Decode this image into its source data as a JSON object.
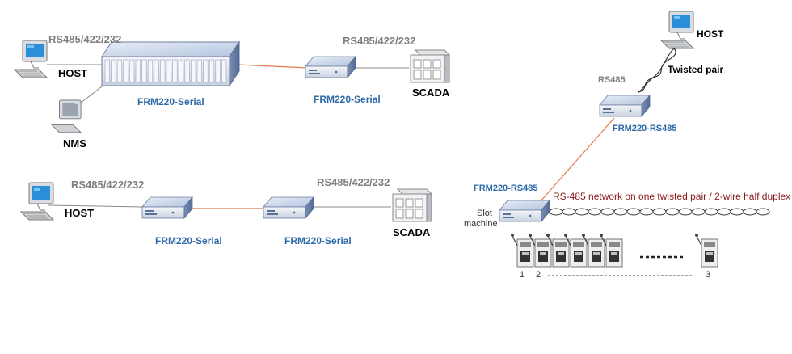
{
  "labels": {
    "top_left_rs": "RS485/422/232",
    "top_right_rs": "RS485/422/232",
    "top_host": "HOST",
    "top_nms": "NMS",
    "top_frm_rack": "FRM220-Serial",
    "top_frm_box": "FRM220-Serial",
    "top_scada": "SCADA",
    "mid_left_rs": "RS485/422/232",
    "mid_right_rs": "RS485/422/232",
    "mid_host": "HOST",
    "mid_frm_a": "FRM220-Serial",
    "mid_frm_b": "FRM220-Serial",
    "mid_scada": "SCADA",
    "right_host": "HOST",
    "twisted_pair": "Twisted pair",
    "rs485": "RS485",
    "frm_rs485_top": "FRM220-RS485",
    "frm_rs485_bottom": "FRM220-RS485",
    "slot_line1": "Slot",
    "slot_line2": "machine",
    "network_note": "RS-485 network on one twisted pair / 2-wire half duplex",
    "num1": "1",
    "num2": "2",
    "num3": "3"
  },
  "colors": {
    "serial_link": "#e07a4a",
    "gray_link": "#888888",
    "label_blue": "#2e6aa8",
    "label_red": "#8a1c1c"
  }
}
